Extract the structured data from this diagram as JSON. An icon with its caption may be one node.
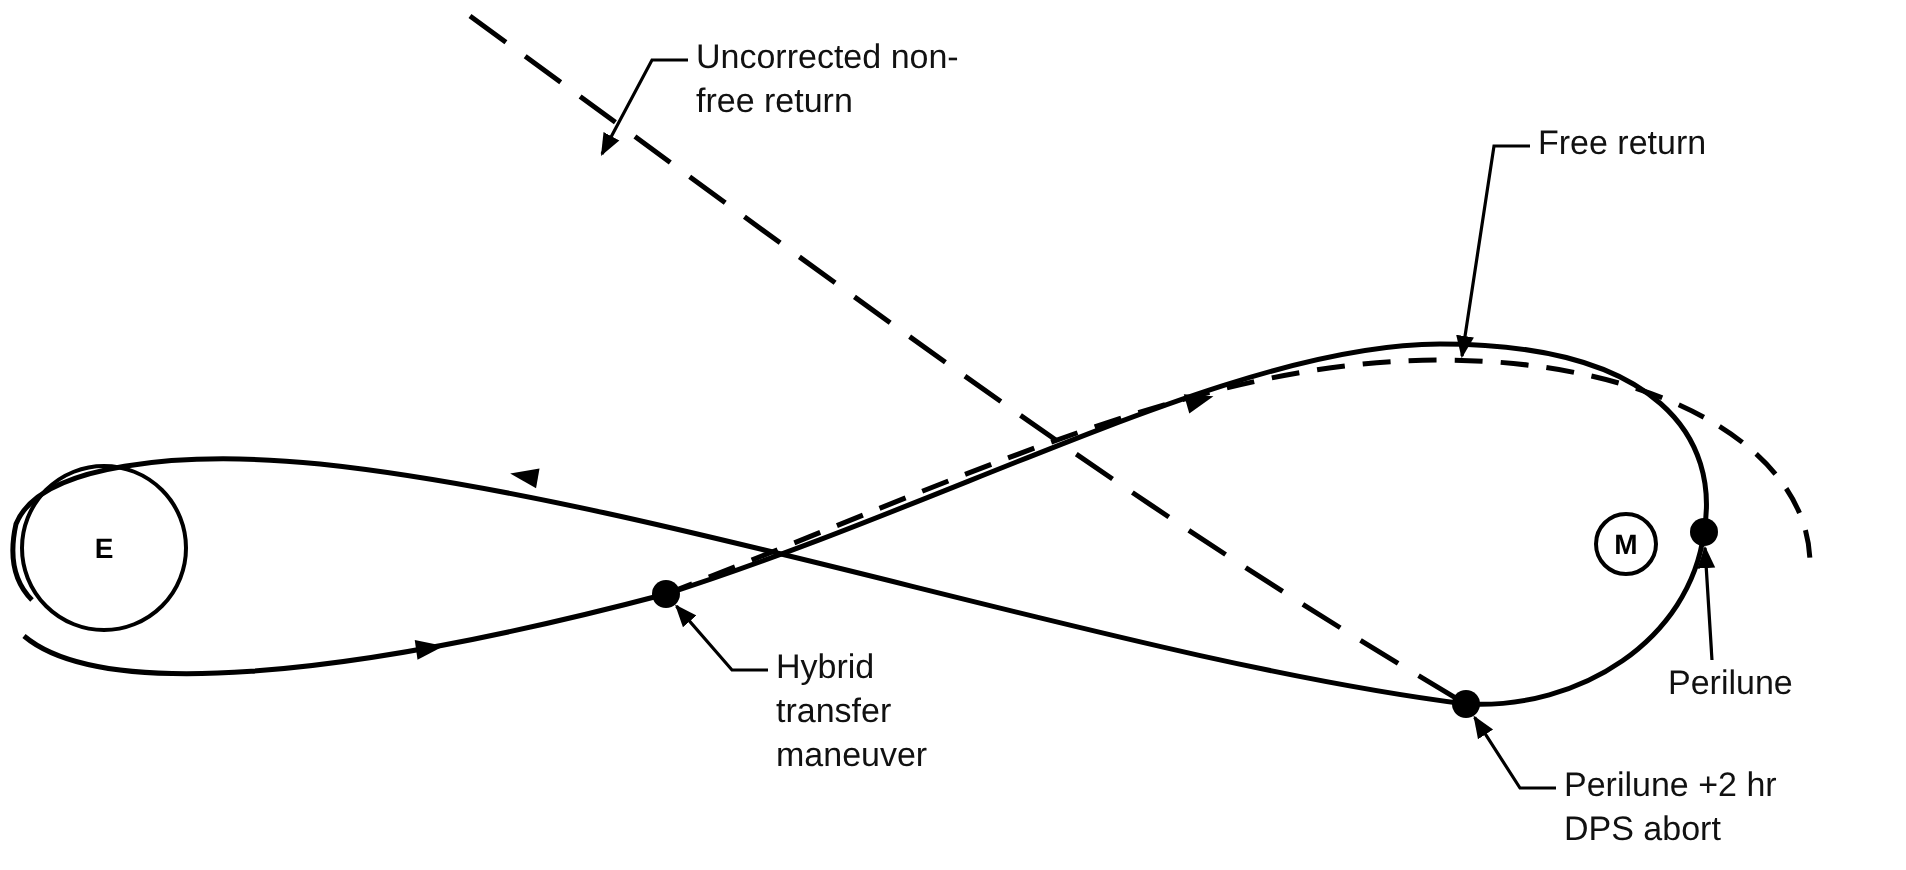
{
  "diagram": {
    "nodes": [
      {
        "text": [
          "E"
        ]
      },
      {
        "text": [
          "M"
        ]
      },
      {
        "text": [
          "Uncorrected non-free return"
        ]
      },
      {
        "text": [
          "Free return"
        ]
      },
      {
        "text": [],
        "shape": "circle"
      },
      {
        "text": [
          "Hybrid transfer maneuver"
        ]
      },
      {
        "text": [],
        "shape": "circle"
      },
      {
        "text": [
          "Perilune +2 hr DPS abort"
        ]
      },
      {
        "text": [],
        "shape": "circle"
      },
      {
        "text": [
          "Perilune"
        ]
      }
    ],
    "edges": [
      {
        "from": 2,
        "to": null,
        "arrow": "to"
      },
      {
        "from": 3,
        "to": null,
        "arrow": "to"
      },
      {
        "from": 5,
        "to": 4,
        "arrow": "to"
      },
      {
        "from": 7,
        "to": 6,
        "arrow": "to"
      },
      {
        "from": 9,
        "to": 8,
        "arrow": "to"
      }
    ]
  }
}
